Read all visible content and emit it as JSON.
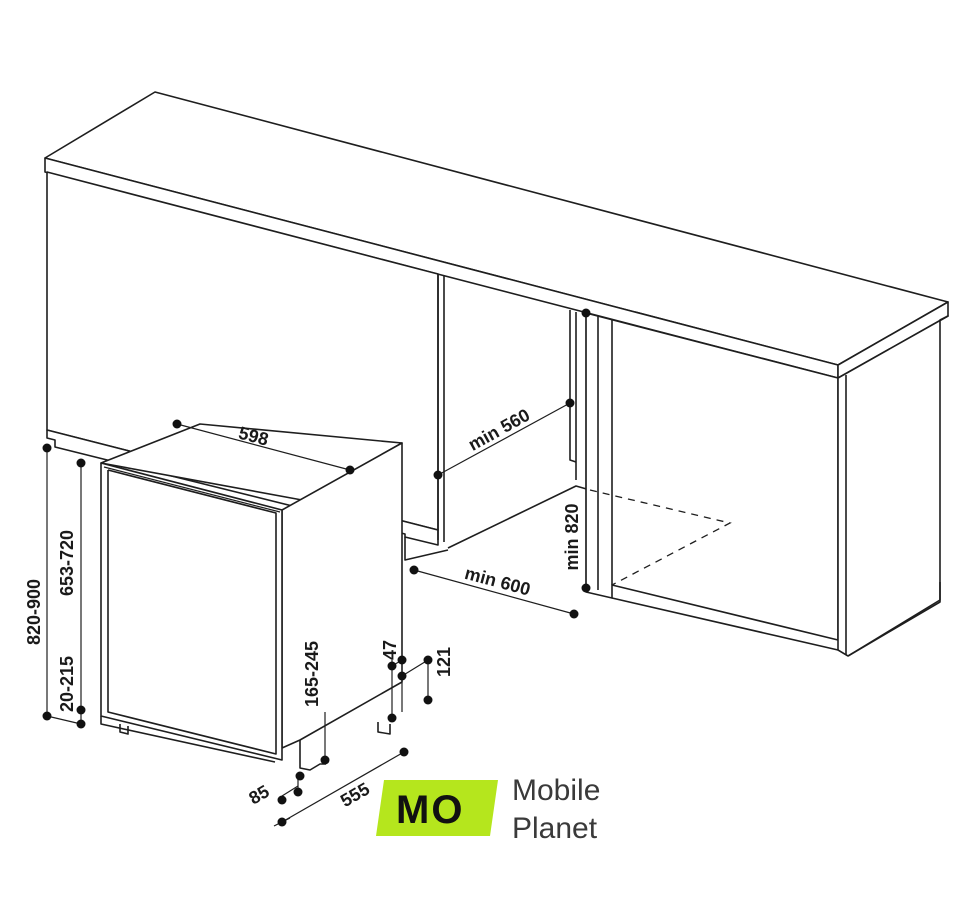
{
  "diagram": {
    "dimensions": {
      "width_appliance": "598",
      "niche_depth": "min 560",
      "niche_width": "min 600",
      "niche_height": "min 820",
      "total_height": "820-900",
      "door_height": "653-720",
      "feet": "20-215",
      "plinth_height": "165-245",
      "plinth_recess": "47",
      "plinth_depth": "121",
      "front_offset": "85",
      "appliance_depth": "555"
    }
  },
  "brand": {
    "mark": "MO",
    "name_line1": "Mobile",
    "name_line2": "Planet",
    "accent_color": "#b5e61d"
  }
}
